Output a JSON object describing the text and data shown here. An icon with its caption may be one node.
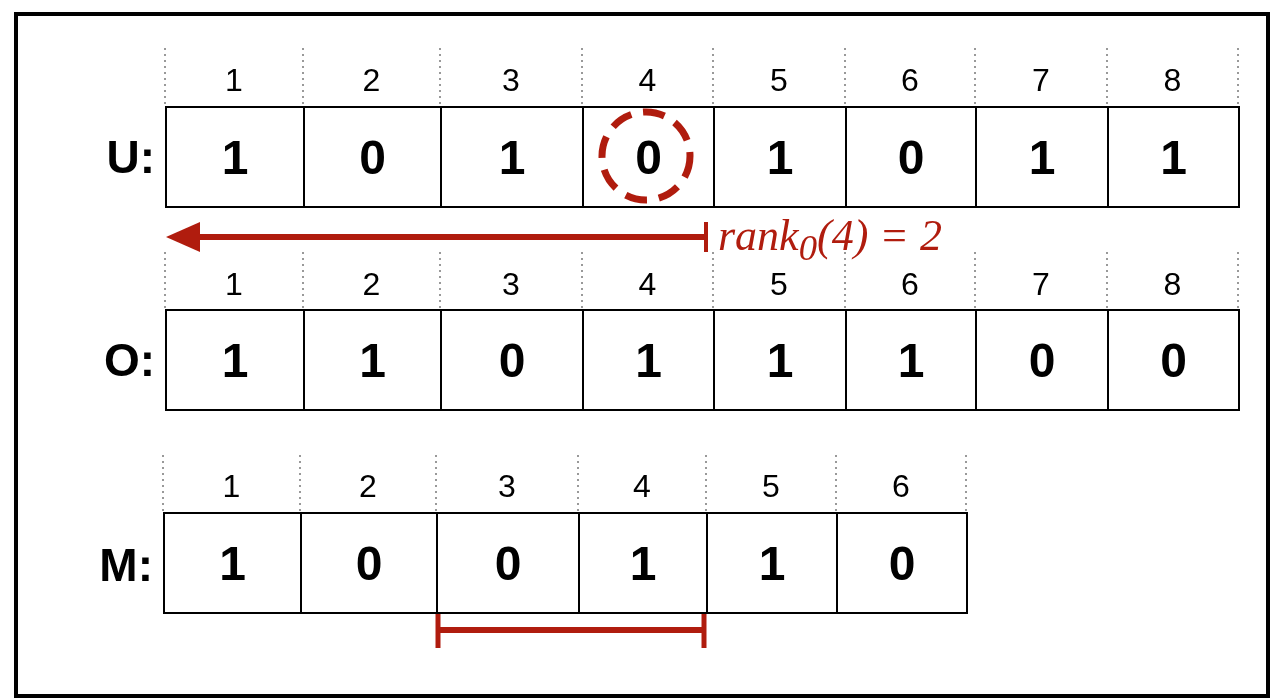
{
  "diagram": {
    "labels": [
      "1",
      "2",
      "3",
      "4",
      "5",
      "6",
      "7",
      "8",
      "U:",
      "1",
      "0",
      "1",
      "0",
      "1",
      "0",
      "1",
      "1",
      "rank$_{0}$(4) = 2",
      "1",
      "2",
      "3",
      "4",
      "5",
      "6",
      "7",
      "8",
      "O:",
      "1",
      "1",
      "0",
      "1",
      "1",
      "1",
      "0",
      "0",
      "1",
      "2",
      "3",
      "4",
      "5",
      "6",
      "M:",
      "1",
      "0",
      "0",
      "1",
      "1",
      "0"
    ]
  }
}
